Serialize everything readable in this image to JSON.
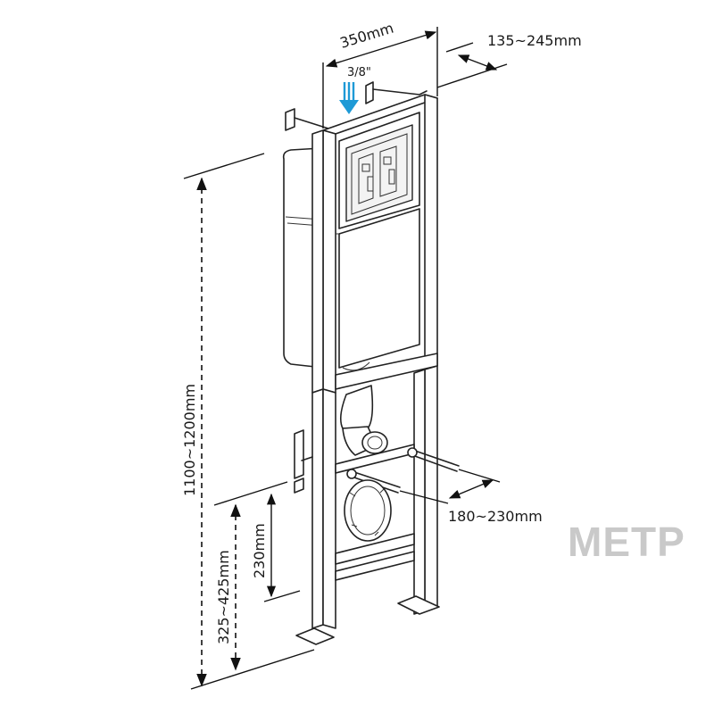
{
  "labels": {
    "width": "350mm",
    "depth": "135~245mm",
    "water_inlet": "3/8\"",
    "height": "1100~1200mm",
    "mount_height": "325~425mm",
    "mount_spacing": "230mm",
    "bolt_spacing": "180~230mm"
  },
  "brand": "METP",
  "colors": {
    "inlet_arrow": "#1e9ad6",
    "lines": "#222222",
    "brand": "#c9c9c9"
  }
}
